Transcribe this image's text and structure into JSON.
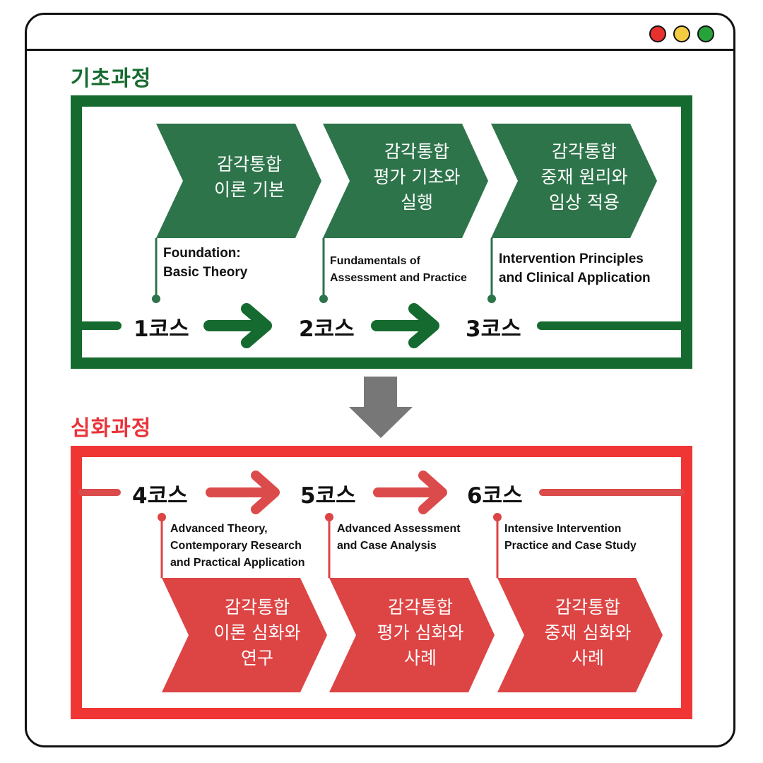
{
  "colors": {
    "basic_dark": "#156b2f",
    "basic_chevron": "#2d744a",
    "advanced_border": "#f03535",
    "advanced_chevron": "#dd4444",
    "advanced_arrow": "#dc4b4b",
    "transition_arrow": "#777777"
  },
  "window_controls": [
    "close-dot",
    "minimize-dot",
    "maximize-dot"
  ],
  "basic": {
    "title": "기초과정",
    "courses": [
      {
        "label": "1코스",
        "chevron_text": "감각통합\n이론 기본",
        "english": "Foundation:\nBasic Theory"
      },
      {
        "label": "2코스",
        "chevron_text": "감각통합\n평가 기초와\n실행",
        "english": "Fundamentals of\nAssessment and Practice"
      },
      {
        "label": "3코스",
        "chevron_text": "감각통합\n중재 원리와\n임상 적용",
        "english": "Intervention Principles\nand Clinical Application"
      }
    ]
  },
  "advanced": {
    "title": "심화과정",
    "courses": [
      {
        "label": "4코스",
        "chevron_text": "감각통합\n이론 심화와\n연구",
        "english": "Advanced Theory,\nContemporary Research\nand Practical Application"
      },
      {
        "label": "5코스",
        "chevron_text": "감각통합\n평가 심화와\n사례",
        "english": "Advanced Assessment\nand Case Analysis"
      },
      {
        "label": "6코스",
        "chevron_text": "감각통합\n중재 심화와\n사례",
        "english": "Intensive Intervention\nPractice and Case Study"
      }
    ]
  }
}
